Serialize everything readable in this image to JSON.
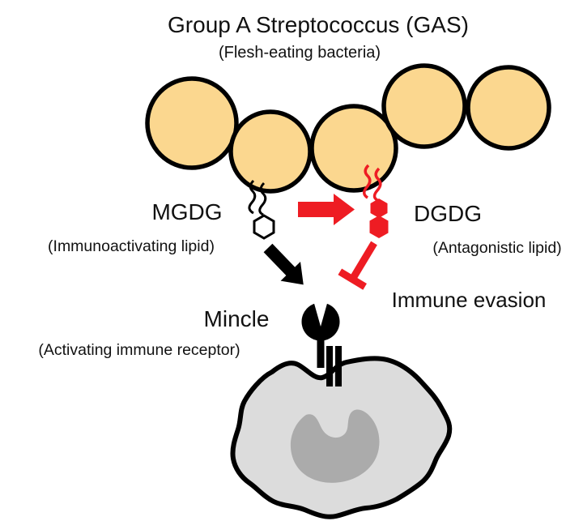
{
  "header": {
    "title": "Group A Streptococcus (GAS)",
    "subtitle": "(Flesh-eating bacteria)"
  },
  "labels": {
    "mgdg": "MGDG",
    "mgdg_caption": "(Immunoactivating lipid)",
    "dgdg": "DGDG",
    "dgdg_caption": "(Antagonistic lipid)",
    "immune_evasion": "Immune evasion",
    "mincle": "Mincle",
    "mincle_caption": "(Activating immune receptor)"
  },
  "colors": {
    "bacteria_fill": "#FBD78F",
    "outline": "#000000",
    "red": "#EE1C23",
    "cell_fill": "#DCDCDC",
    "nucleus_fill": "#ABABAB",
    "text": "#111111"
  }
}
